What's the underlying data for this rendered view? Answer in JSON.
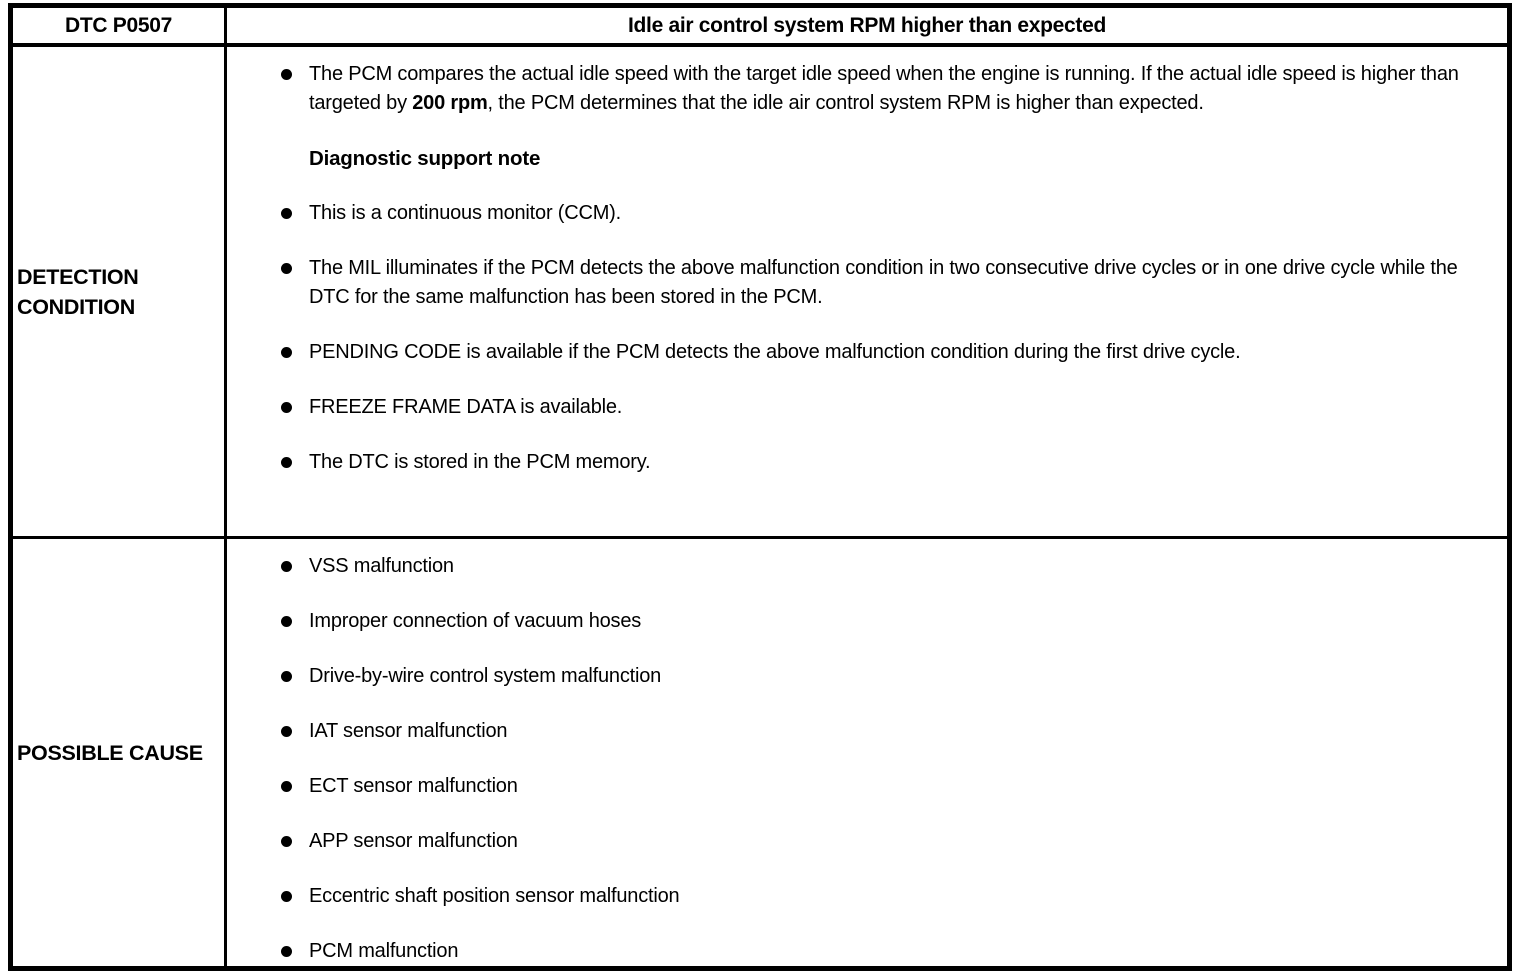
{
  "colors": {
    "border": "#000000",
    "text": "#000000",
    "background": "#ffffff"
  },
  "table": {
    "header": {
      "code": "DTC P0507",
      "title": "Idle air control system RPM higher than expected"
    },
    "rows": [
      {
        "label": "DETECTION CONDITION",
        "content": [
          {
            "type": "bullet",
            "parts": [
              {
                "text": "The PCM compares the actual idle speed with the target idle speed when the engine is running. If the actual idle speed is higher than targeted by ",
                "bold": false
              },
              {
                "text": "200 rpm",
                "bold": true
              },
              {
                "text": ", the PCM determines that the idle air control system RPM is higher than expected.",
                "bold": false
              }
            ]
          },
          {
            "type": "heading",
            "text": "Diagnostic support note"
          },
          {
            "type": "bullet",
            "parts": [
              {
                "text": "This is a continuous monitor (CCM).",
                "bold": false
              }
            ]
          },
          {
            "type": "bullet",
            "parts": [
              {
                "text": "The MIL illuminates if the PCM detects the above malfunction condition in two consecutive drive cycles or in one drive cycle while the DTC for the same malfunction has been stored in the PCM.",
                "bold": false
              }
            ]
          },
          {
            "type": "bullet",
            "parts": [
              {
                "text": "PENDING CODE is available if the PCM detects the above malfunction condition during the first drive cycle.",
                "bold": false
              }
            ]
          },
          {
            "type": "bullet",
            "parts": [
              {
                "text": "FREEZE FRAME DATA is available.",
                "bold": false
              }
            ]
          },
          {
            "type": "bullet",
            "parts": [
              {
                "text": "The DTC is stored in the PCM memory.",
                "bold": false
              }
            ]
          }
        ]
      },
      {
        "label": "POSSIBLE CAUSE",
        "content": [
          {
            "type": "bullet",
            "parts": [
              {
                "text": "VSS malfunction",
                "bold": false
              }
            ]
          },
          {
            "type": "bullet",
            "parts": [
              {
                "text": "Improper connection of vacuum hoses",
                "bold": false
              }
            ]
          },
          {
            "type": "bullet",
            "parts": [
              {
                "text": "Drive-by-wire control system malfunction",
                "bold": false
              }
            ]
          },
          {
            "type": "bullet",
            "parts": [
              {
                "text": "IAT sensor malfunction",
                "bold": false
              }
            ]
          },
          {
            "type": "bullet",
            "parts": [
              {
                "text": "ECT sensor malfunction",
                "bold": false
              }
            ]
          },
          {
            "type": "bullet",
            "parts": [
              {
                "text": "APP sensor malfunction",
                "bold": false
              }
            ]
          },
          {
            "type": "bullet",
            "parts": [
              {
                "text": "Eccentric shaft position sensor malfunction",
                "bold": false
              }
            ]
          },
          {
            "type": "bullet",
            "parts": [
              {
                "text": "PCM malfunction",
                "bold": false
              }
            ]
          }
        ]
      }
    ]
  }
}
